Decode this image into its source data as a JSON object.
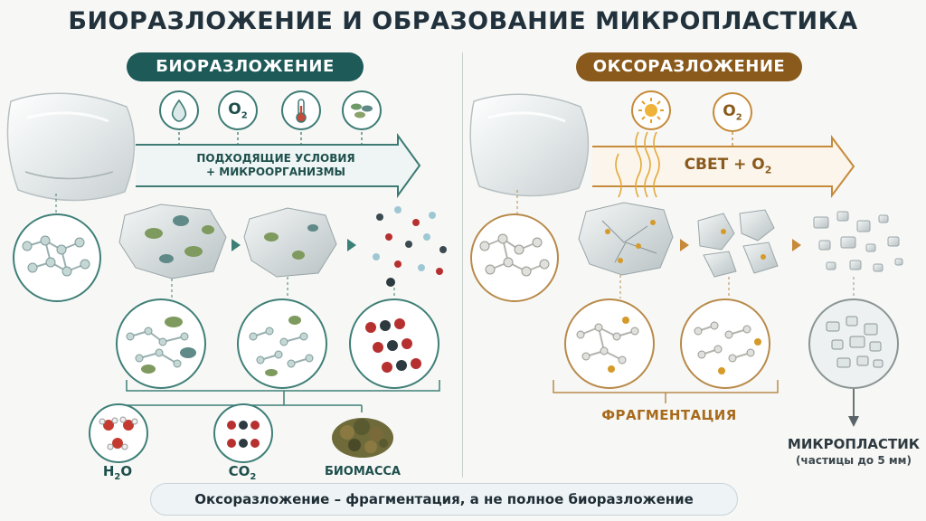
{
  "title": "БИОРАЗЛОЖЕНИЕ И ОБРАЗОВАНИЕ МИКРОПЛАСТИКА",
  "biodegradation": {
    "pill": "БИОРАЗЛОЖЕНИЕ",
    "conditions": [
      "water-drop-icon",
      "oxygen-icon",
      "thermometer-icon",
      "microorganisms-icon"
    ],
    "o2_main": "O",
    "o2_sub": "2",
    "arrow_line1": "ПОДХОДЯЩИЕ УСЛОВИЯ",
    "arrow_line2": "+ МИКРООРГАНИЗМЫ",
    "products": {
      "h2o_main": "H",
      "h2o_sub": "2",
      "h2o_end": "O",
      "co2_main": "CO",
      "co2_sub": "2",
      "biomass": "БИОМАССА"
    }
  },
  "oxodegradation": {
    "pill": "ОКСОРАЗЛОЖЕНИЕ",
    "conditions": [
      "sun-icon",
      "oxygen-icon"
    ],
    "o2_main": "O",
    "o2_sub": "2",
    "arrow_main": "СВЕТ + O",
    "arrow_sub": "2",
    "fragmentation": "ФРАГМЕНТАЦИЯ",
    "microplastic_title": "МИКРОПЛАСТИК",
    "microplastic_sub": "(частицы до 5 мм)"
  },
  "footer": "Оксоразложение – фрагментация, а не полное биоразложение",
  "colors": {
    "bio_accent": "#1d5a58",
    "oxo_accent": "#8a5a1c",
    "frag_text": "#a86b1d"
  }
}
